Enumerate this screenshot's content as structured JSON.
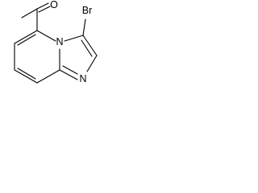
{
  "molecule": {
    "atoms": {
      "oxygen": "O",
      "bromine": "Br",
      "bridge_nitrogen": "N",
      "ring_nitrogen": "N"
    },
    "colors": {
      "bond": "#000000",
      "label": "#000000",
      "background": "#ffffff"
    }
  }
}
